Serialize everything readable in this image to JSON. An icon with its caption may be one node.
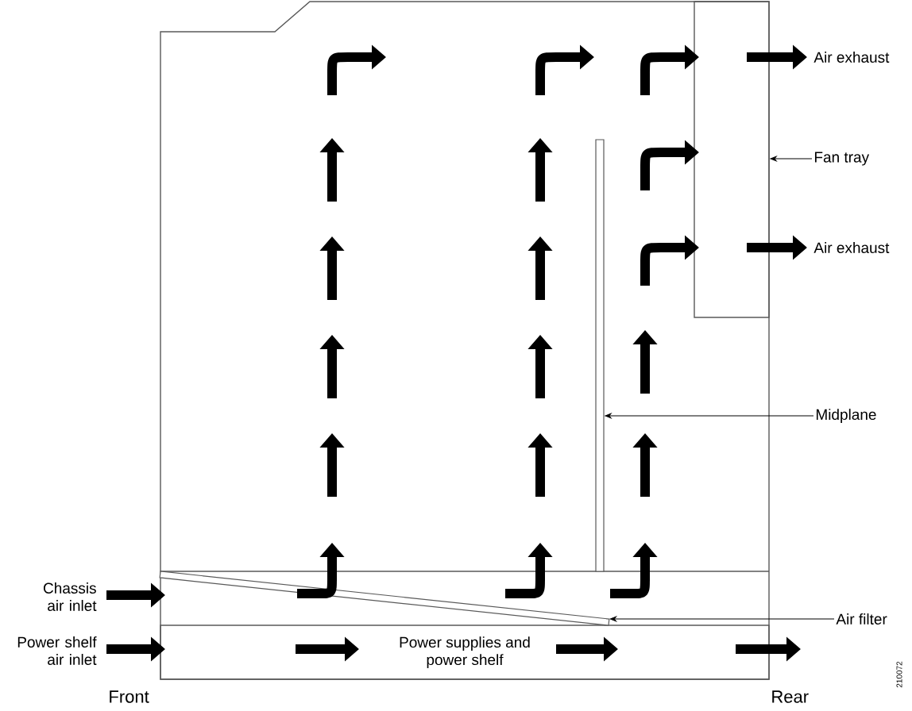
{
  "diagram": {
    "nodes": [
      {
        "text": [
          "Power supplies and power shelf"
        ]
      },
      {
        "text": [
          "Fan tray"
        ]
      },
      {
        "text": [],
        "shape": "box"
      },
      {
        "text": [
          "Midplane"
        ]
      },
      {
        "text": [],
        "shape": "bar"
      },
      {
        "text": [
          "Air filter"
        ]
      },
      {
        "text": [],
        "shape": "bar"
      }
    ],
    "edges": [
      {
        "from": 1,
        "to": 2,
        "arrow": "to"
      },
      {
        "from": 3,
        "to": 4,
        "arrow": "to"
      },
      {
        "from": 5,
        "to": 6,
        "arrow": "to"
      }
    ],
    "labels": [
      "Air exhaust",
      "Air exhaust",
      "Chassis air inlet",
      "Power shelf air inlet",
      "Front",
      "Rear",
      "210072"
    ]
  }
}
